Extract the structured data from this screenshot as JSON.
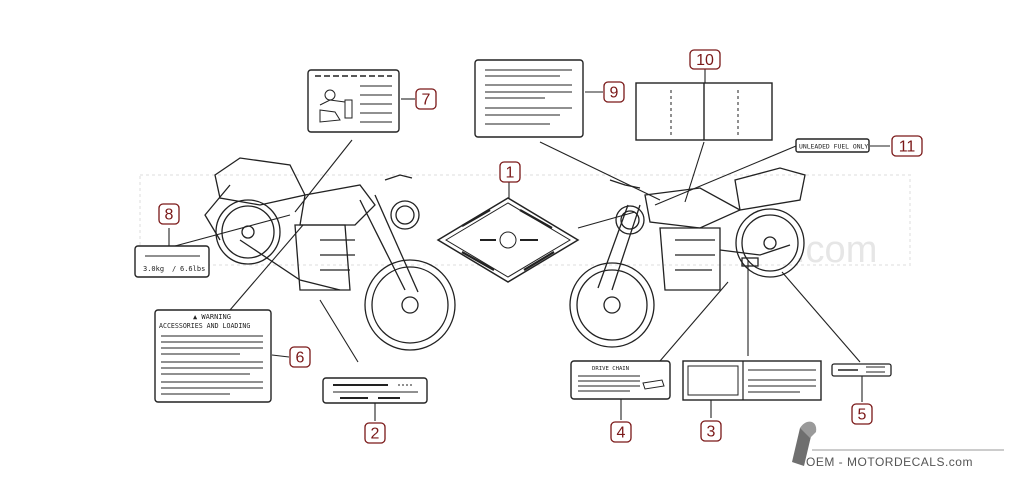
{
  "callouts": [
    "1",
    "2",
    "3",
    "4",
    "5",
    "6",
    "7",
    "8",
    "9",
    "10",
    "11"
  ],
  "label_text": {
    "warning_title": "▲ WARNING",
    "warning_subtitle": "ACCESSORIES AND LOADING",
    "weight_left": "3.0kg",
    "weight_sep": "/",
    "weight_right": "6.6lbs",
    "drive_chain": "DRIVE CHAIN",
    "fuel": "UNLEADED FUEL ONLY"
  },
  "watermark": {
    "com": ".com"
  },
  "footer": {
    "brand": "OEM - MOTORDECALS.com"
  },
  "colors": {
    "callout": "#7a1818",
    "line": "#222222",
    "watermark": "#e6e6e6"
  }
}
